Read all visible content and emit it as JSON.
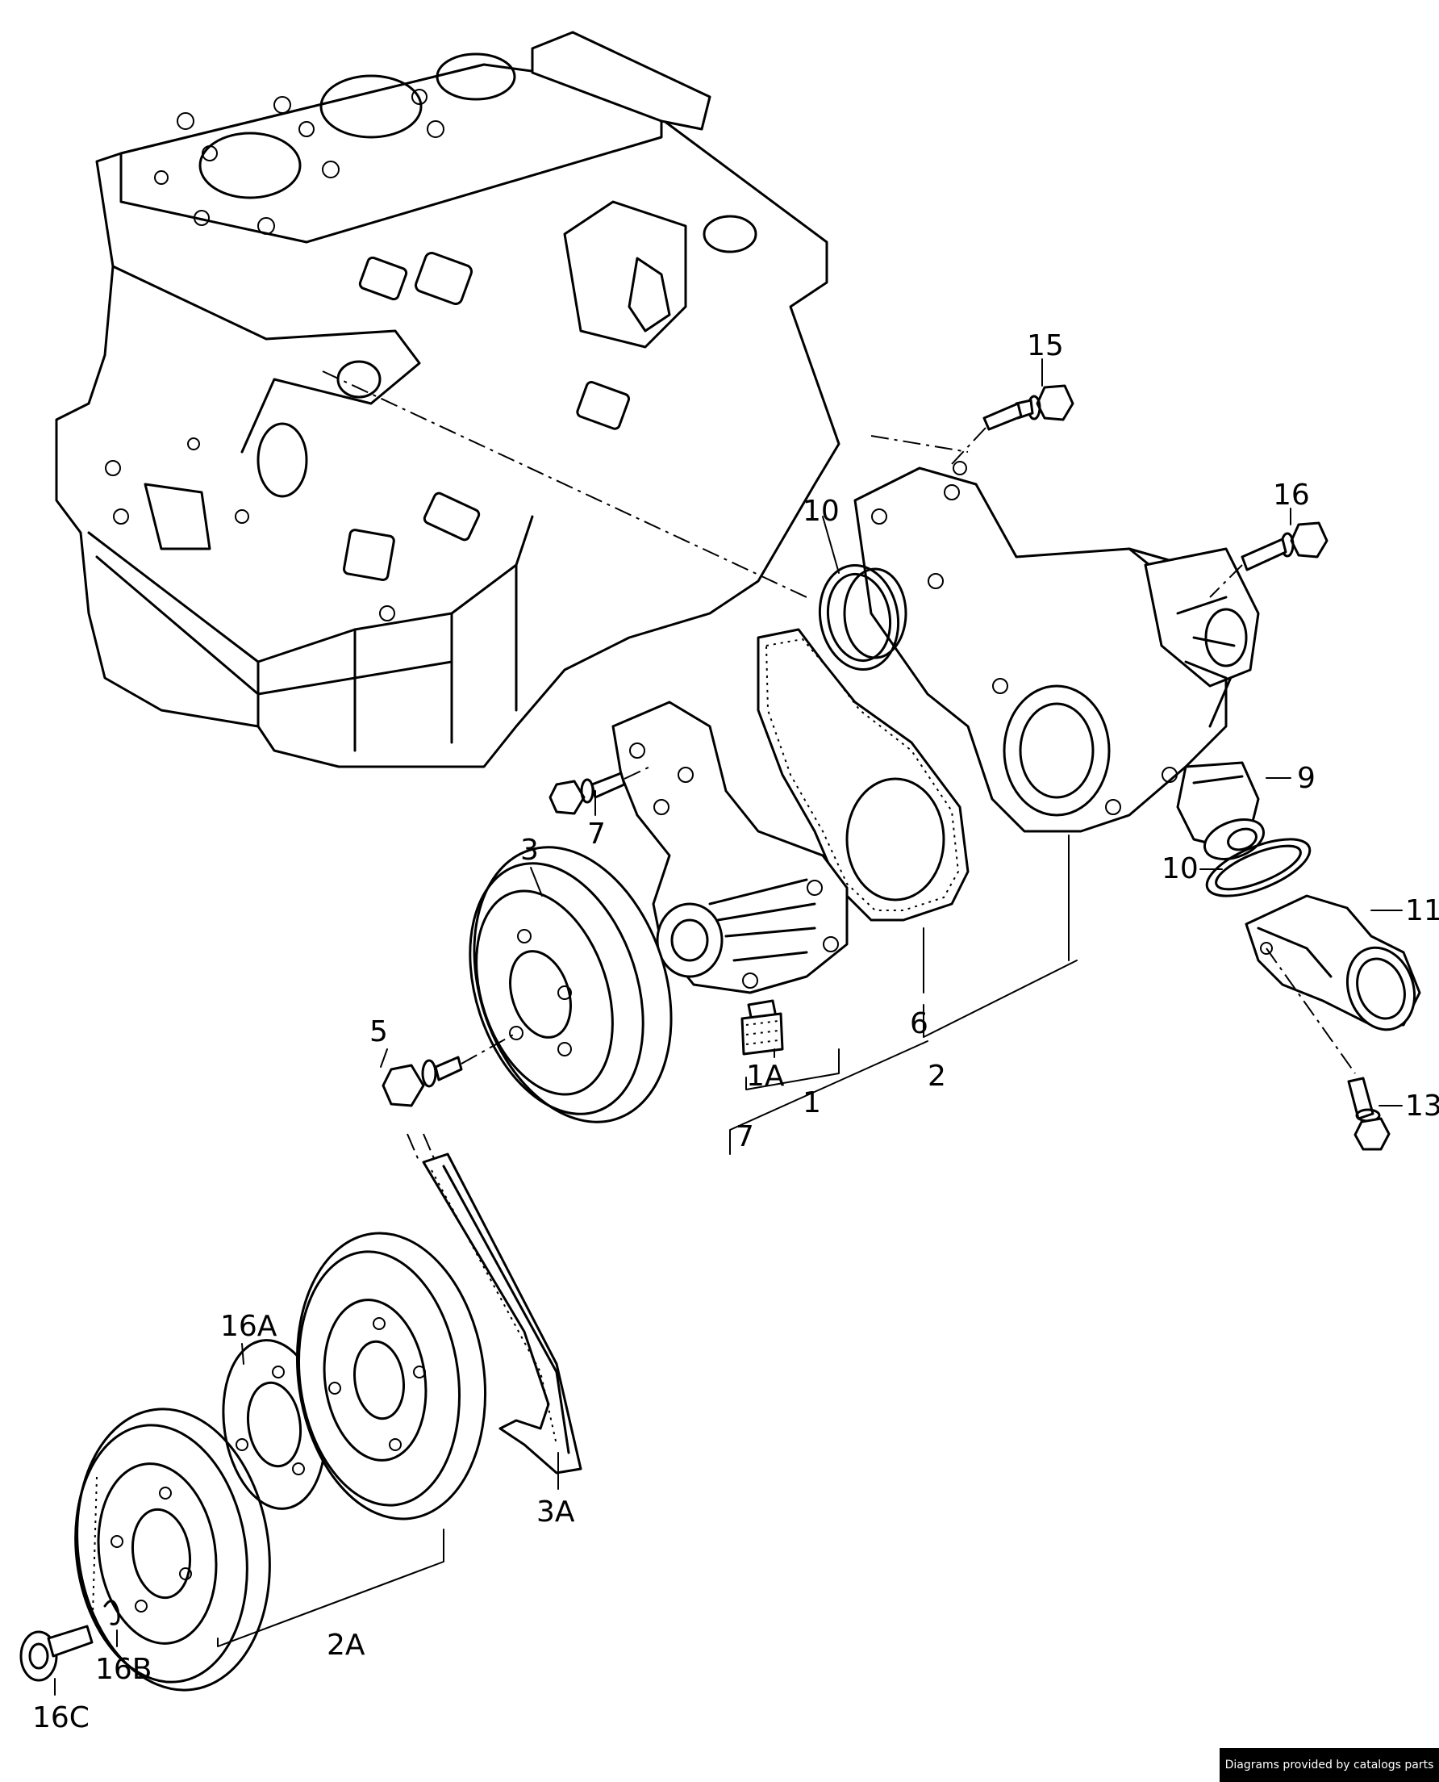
{
  "diagram": {
    "callouts": [
      {
        "id": "c15",
        "label": "15"
      },
      {
        "id": "c16",
        "label": "16"
      },
      {
        "id": "c10a",
        "label": "10"
      },
      {
        "id": "c9",
        "label": "9"
      },
      {
        "id": "c10b",
        "label": "10"
      },
      {
        "id": "c11",
        "label": "11"
      },
      {
        "id": "c7a",
        "label": "7"
      },
      {
        "id": "c3",
        "label": "3"
      },
      {
        "id": "c6",
        "label": "6"
      },
      {
        "id": "c5",
        "label": "5"
      },
      {
        "id": "c1A",
        "label": "1A"
      },
      {
        "id": "c1",
        "label": "1"
      },
      {
        "id": "c2",
        "label": "2"
      },
      {
        "id": "c7b",
        "label": "7"
      },
      {
        "id": "c13",
        "label": "13"
      },
      {
        "id": "c16A",
        "label": "16A"
      },
      {
        "id": "c3A",
        "label": "3A"
      },
      {
        "id": "c2A",
        "label": "2A"
      },
      {
        "id": "c16B",
        "label": "16B"
      },
      {
        "id": "c16C",
        "label": "16C"
      }
    ]
  },
  "footer": {
    "credit": "Diagrams provided by catalogs parts"
  }
}
